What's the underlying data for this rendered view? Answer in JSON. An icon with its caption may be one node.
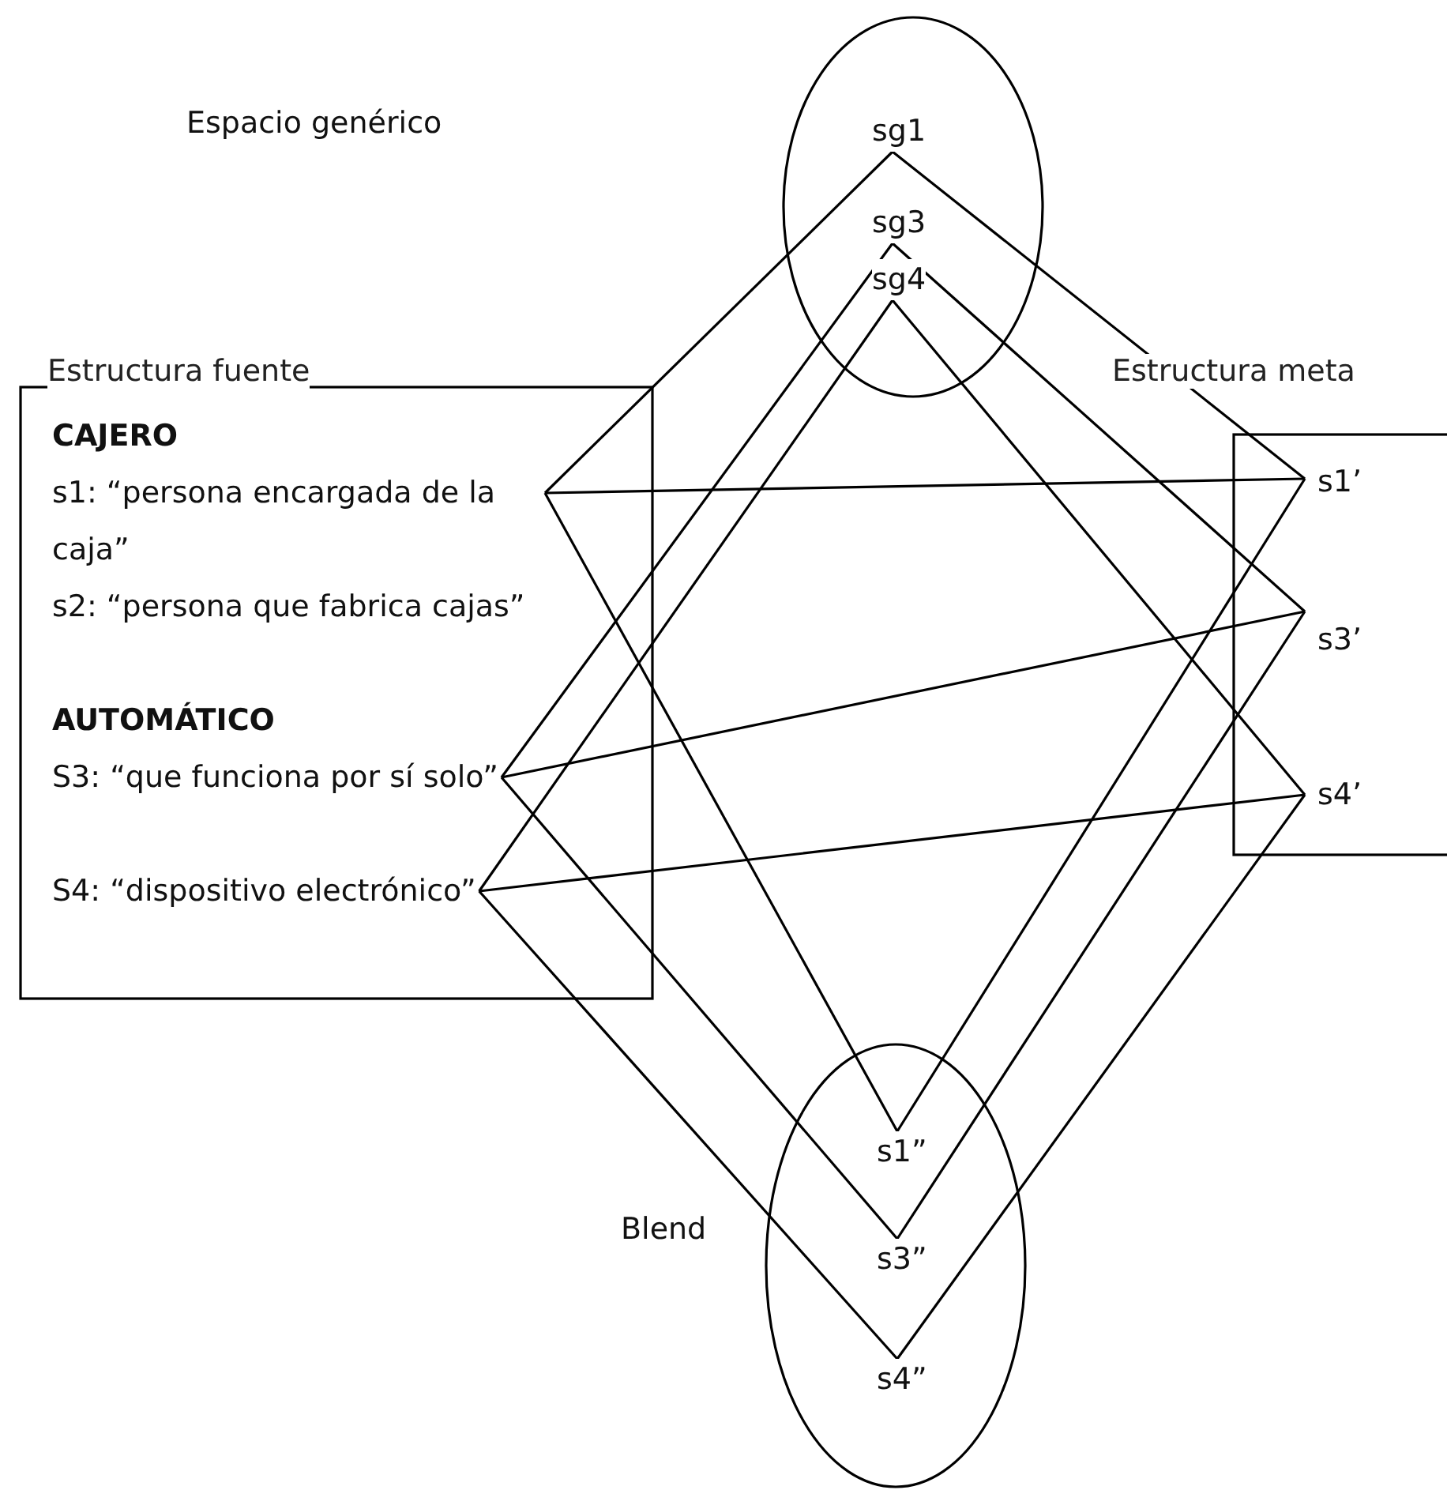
{
  "diagram": {
    "nodes": [
      {
        "text": [],
        "shape": "circle"
      },
      {
        "text": [
          "sg1"
        ],
        "in": 0
      },
      {
        "text": [
          "sg3"
        ],
        "in": 0
      },
      {
        "text": [
          "sg4"
        ],
        "in": 0
      },
      {
        "text": [
          "Estructura fuente"
        ]
      },
      {
        "text": [
          "s1: “persona encargada de la caja”"
        ],
        "in": 4
      },
      {
        "text": [
          "S3: “que funciona por sí solo”"
        ],
        "in": 4
      },
      {
        "text": [
          "S4: “dispositivo electrónico”"
        ],
        "in": 4
      },
      {
        "text": [
          "Estructura meta"
        ]
      },
      {
        "text": [
          "s1’"
        ],
        "in": 8
      },
      {
        "text": [
          "s3’"
        ],
        "in": 8
      },
      {
        "text": [
          "s4’"
        ],
        "in": 8
      },
      {
        "text": [],
        "shape": "circle"
      },
      {
        "text": [
          "s1”"
        ],
        "in": 12
      },
      {
        "text": [
          "s3”"
        ],
        "in": 12
      },
      {
        "text": [
          "s4”"
        ],
        "in": 12
      }
    ],
    "edges": [
      {
        "from": 1,
        "to": 5,
        "arrow": "none"
      },
      {
        "from": 1,
        "to": 9,
        "arrow": "none"
      },
      {
        "from": 2,
        "to": 6,
        "arrow": "none"
      },
      {
        "from": 2,
        "to": 10,
        "arrow": "none"
      },
      {
        "from": 3,
        "to": 7,
        "arrow": "none"
      },
      {
        "from": 3,
        "to": 11,
        "arrow": "none"
      },
      {
        "from": 5,
        "to": 9,
        "arrow": "none"
      },
      {
        "from": 5,
        "to": 13,
        "arrow": "none"
      },
      {
        "from": 9,
        "to": 13,
        "arrow": "none"
      },
      {
        "from": 6,
        "to": 10,
        "arrow": "none"
      },
      {
        "from": 6,
        "to": 14,
        "arrow": "none"
      },
      {
        "from": 10,
        "to": 14,
        "arrow": "none"
      },
      {
        "from": 7,
        "to": 11,
        "arrow": "none"
      },
      {
        "from": 7,
        "to": 15,
        "arrow": "none"
      },
      {
        "from": 11,
        "to": 15,
        "arrow": "none"
      }
    ],
    "labels": [
      "Espacio genérico",
      "CAJERO",
      "s2: “persona que fabrica cajas”",
      "AUTOMÁTICO",
      "Blend"
    ]
  }
}
